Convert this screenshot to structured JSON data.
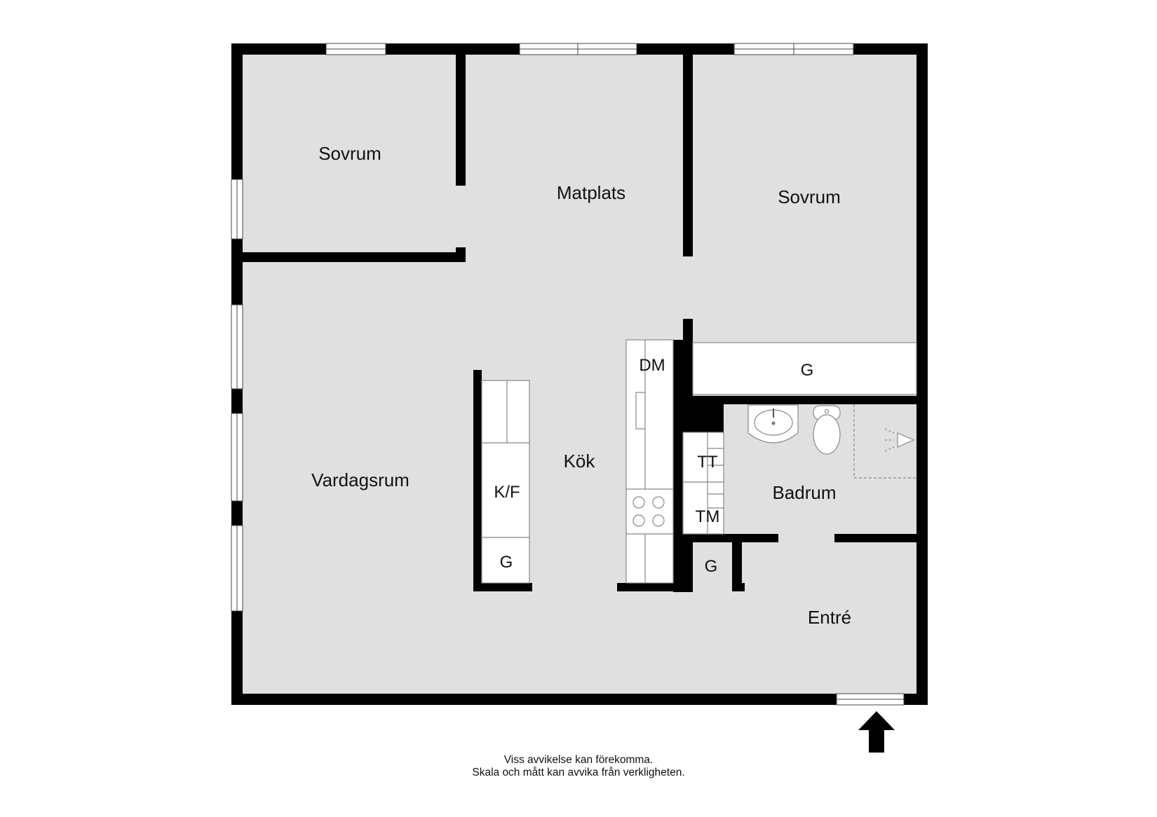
{
  "rooms": {
    "sovrum_left": "Sovrum",
    "matplats": "Matplats",
    "sovrum_right": "Sovrum",
    "vardagsrum": "Vardagsrum",
    "kok": "Kök",
    "badrum": "Badrum",
    "entre": "Entré"
  },
  "fixtures": {
    "kf": "K/F",
    "g_kitchen": "G",
    "dm": "DM",
    "g_wardrobe": "G",
    "tt": "TT",
    "tm": "TM",
    "g_hall": "G"
  },
  "disclaimer": {
    "line1": "Viss avvikelse kan förekomma.",
    "line2": "Skala och mått kan avvika från verkligheten."
  },
  "colors": {
    "floor": "#e0e0e0",
    "wall": "#000000",
    "fixture_fill": "#ffffff",
    "fixture_stroke": "#888888"
  }
}
